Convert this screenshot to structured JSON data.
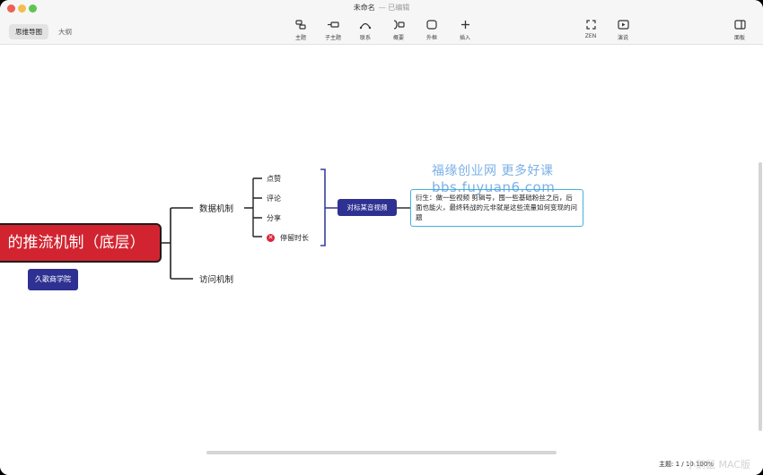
{
  "window": {
    "title": "未命名",
    "status": "— 已编辑"
  },
  "view_tabs": [
    {
      "label": "思维导图"
    },
    {
      "label": "大纲"
    }
  ],
  "toolbar": {
    "topic": "主题",
    "subtopic": "子主题",
    "relation": "联系",
    "summary": "概要",
    "boundary": "外框",
    "insert": "插入",
    "zen": "ZEN",
    "present": "演说",
    "panel": "面板"
  },
  "mindmap": {
    "central_topic": "的推流机制（底层）",
    "central_label": "久歌商学院",
    "branches": [
      {
        "label": "数据机制",
        "children": [
          "点赞",
          "评论",
          "分享",
          "停留时长"
        ]
      },
      {
        "label": "访问机制"
      }
    ],
    "summary_node": "对标某音视频",
    "note": "衍生：做一些视频 剪辑号，囤一些基础粉丝之后，后面也能火，最终转战的元非就是这些流量如何变现的问题"
  },
  "watermark": {
    "line1": "福缘创业网 更多好课",
    "line2": "bbs.fuyuan6.com"
  },
  "statusbar": {
    "text": "主题: 1 / 10    100%"
  },
  "corner_watermark": "小鹅鼠 MAC版",
  "colors": {
    "central": "#d22430",
    "node_blue": "#2e3192",
    "bracket": "#3a3fa0",
    "note_border": "#3fb4d9",
    "warn": "#d9263b"
  }
}
